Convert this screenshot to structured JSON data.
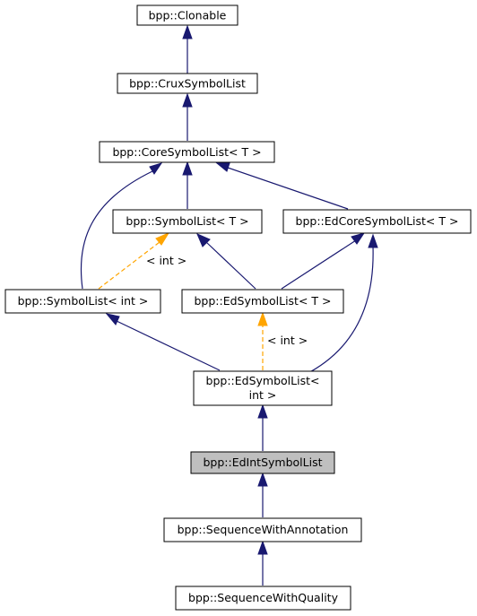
{
  "nodes": {
    "clonable": "bpp::Clonable",
    "crux": "bpp::CruxSymbolList",
    "core": "bpp::CoreSymbolList< T >",
    "symlist_t": "bpp::SymbolList< T >",
    "edcore": "bpp::EdCoreSymbolList< T >",
    "symlist_int": "bpp::SymbolList< int >",
    "edsym_t": "bpp::EdSymbolList< T >",
    "edsym_int_line1": "bpp::EdSymbolList<",
    "edsym_int_line2": "int >",
    "edint": "bpp::EdIntSymbolList",
    "seqann": "bpp::SequenceWithAnnotation",
    "seqqual": "bpp::SequenceWithQuality"
  },
  "edge_labels": {
    "int_left": "< int >",
    "int_mid": "< int >"
  },
  "colors": {
    "inheritance": "#191970",
    "template": "#ffa500",
    "current_fill": "#bfbfbf"
  }
}
